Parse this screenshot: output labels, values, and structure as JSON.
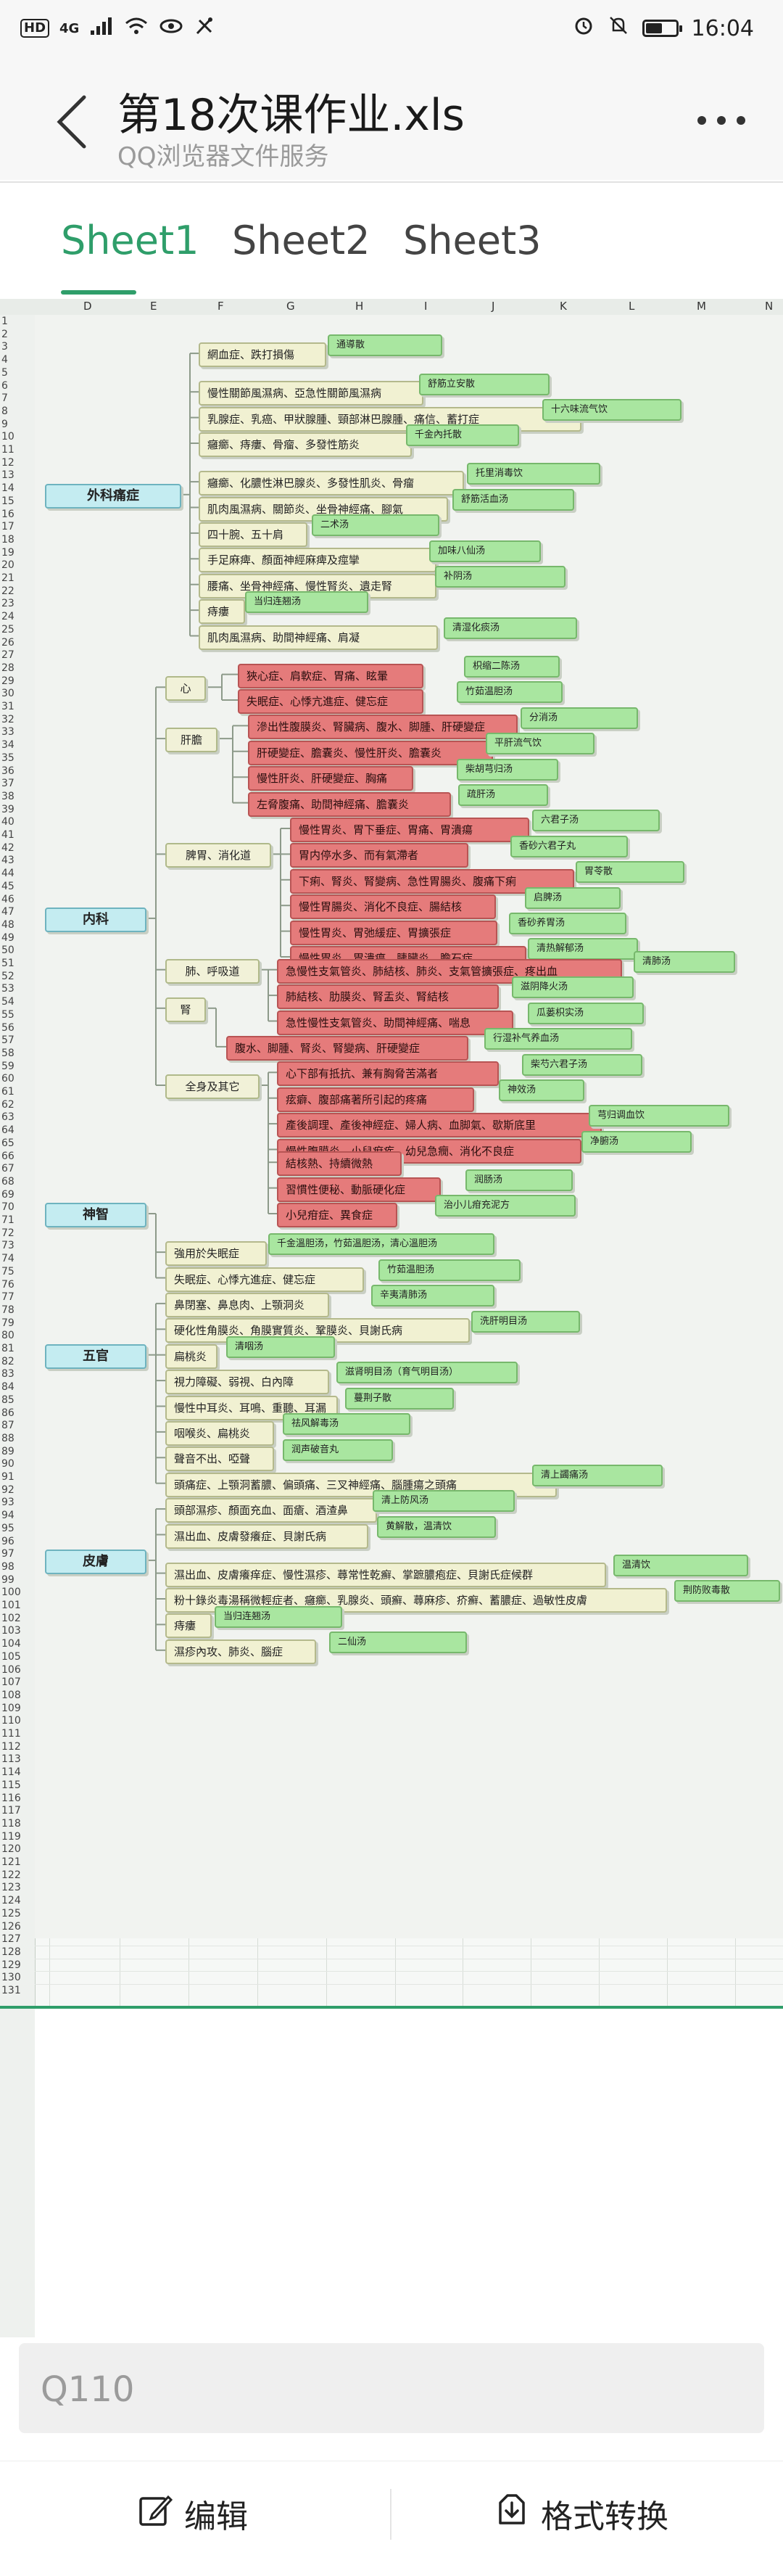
{
  "status_bar": {
    "hd": "HD",
    "network": "4G",
    "time": "16:04",
    "battery_level": 0.55
  },
  "header": {
    "title": "第18次课作业.xls",
    "subtitle": "QQ浏览器文件服务"
  },
  "tabs": [
    {
      "label": "Sheet1",
      "active": true
    },
    {
      "label": "Sheet2",
      "active": false
    },
    {
      "label": "Sheet3",
      "active": false
    }
  ],
  "sheet": {
    "columns": [
      "D",
      "E",
      "F",
      "G",
      "H",
      "I",
      "J",
      "K",
      "L",
      "M",
      "N"
    ],
    "row_first": 1,
    "row_last": 131
  },
  "diagram": {
    "categories": [
      {
        "id": "cat1",
        "label": "外科痛症"
      },
      {
        "id": "cat2",
        "label": "内科"
      },
      {
        "id": "cat3",
        "label": "神智"
      },
      {
        "id": "cat4",
        "label": "五官"
      },
      {
        "id": "cat5",
        "label": "皮膚"
      }
    ],
    "subcategories": [
      {
        "id": "s1",
        "label": "心"
      },
      {
        "id": "s2",
        "label": "肝膽"
      },
      {
        "id": "s3",
        "label": "脾胃、消化道"
      },
      {
        "id": "s4",
        "label": "肺、呼吸道"
      },
      {
        "id": "s5",
        "label": "腎"
      },
      {
        "id": "s6",
        "label": "全身及其它"
      }
    ],
    "items": [
      {
        "id": "i1",
        "text": "網血症、跌打損傷",
        "style": "y",
        "remedy": "通導散"
      },
      {
        "id": "i2",
        "text": "慢性關節風濕病、亞急性關節風濕病",
        "style": "y",
        "remedy": "舒筋立安散"
      },
      {
        "id": "i3",
        "text": "乳腺症、乳癌、甲狀腺腫、頸部淋巴腺腫、痛信、蓄打症",
        "style": "y",
        "remedy": "十六味流气饮"
      },
      {
        "id": "i4",
        "text": "癰癤、痔瘻、骨瘤、多發性筋炎",
        "style": "y",
        "remedy": "千金內托散"
      },
      {
        "id": "i5",
        "text": "癰癤、化膿性淋巴腺炎、多發性肌炎、骨瘤",
        "style": "y",
        "remedy": "托里消毒饮"
      },
      {
        "id": "i6",
        "text": "肌肉風濕病、關節炎、坐骨神經痛、腳氣",
        "style": "y",
        "remedy": "舒筋活血汤"
      },
      {
        "id": "i7",
        "text": "四十腕、五十肩",
        "style": "y",
        "remedy": "二术汤"
      },
      {
        "id": "i8",
        "text": "手足麻痺、顏面神經麻痺及痙攣",
        "style": "y",
        "remedy": "加味八仙汤"
      },
      {
        "id": "i9",
        "text": "腰痛、坐骨神經痛、慢性腎炎、遺走腎",
        "style": "y",
        "remedy": "补阴汤"
      },
      {
        "id": "i10",
        "text": "痔瘻",
        "style": "y",
        "remedy": "当归连翘汤"
      },
      {
        "id": "i11",
        "text": "肌肉風濕病、助間神經痛、肩凝",
        "style": "y",
        "remedy": "清湿化痰汤"
      },
      {
        "id": "i12",
        "text": "狹心症、肩軟症、胃痛、眩暈",
        "style": "r",
        "remedy": "枳缩二陈汤"
      },
      {
        "id": "i13",
        "text": "失眠症、心悸亢進症、健忘症",
        "style": "r",
        "remedy": "竹茹温胆汤"
      },
      {
        "id": "i14",
        "text": "滲出性腹膜炎、腎臟病、腹水、脚腫、肝硬變症",
        "style": "r",
        "remedy": "分消汤"
      },
      {
        "id": "i15",
        "text": "肝硬變症、膽囊炎、慢性肝炎、膽囊炎",
        "style": "r",
        "remedy": "平肝流气饮"
      },
      {
        "id": "i16",
        "text": "慢性肝炎、肝硬變症、胸痛",
        "style": "r",
        "remedy": "柴胡芎归汤"
      },
      {
        "id": "i17",
        "text": "左脅腹痛、助間神經痛、膽囊炎",
        "style": "r",
        "remedy": "疏肝汤"
      },
      {
        "id": "i18",
        "text": "慢性胃炎、胃下垂症、胃痛、胃潰瘍",
        "style": "r",
        "remedy": "六君子汤"
      },
      {
        "id": "i19",
        "text": "胃内停水多、而有氣滯者",
        "style": "r",
        "remedy": "香砂六君子丸"
      },
      {
        "id": "i20",
        "text": "下痢、腎炎、腎變病、急性胃腸炎、腹痛下痢",
        "style": "r",
        "remedy": "胃苓散"
      },
      {
        "id": "i21",
        "text": "慢性胃腸炎、消化不良症、腸結核",
        "style": "r",
        "remedy": "启脾汤"
      },
      {
        "id": "i22",
        "text": "慢性胃炎、胃弛緩症、胃擴張症",
        "style": "r",
        "remedy": "香砂养胃汤"
      },
      {
        "id": "i23",
        "text": "慢性胃炎、胃潰瘍、胰臟炎、膽石症",
        "style": "r",
        "remedy": "清热解郁汤"
      },
      {
        "id": "i24",
        "text": "急慢性支氣管炎、肺結核、肺炎、支氣管擴張症、疼出血",
        "style": "r",
        "remedy": "清肺汤"
      },
      {
        "id": "i25",
        "text": "肺結核、肋膜炎、腎盂炎、腎結核",
        "style": "r",
        "remedy": "滋阴降火汤"
      },
      {
        "id": "i26",
        "text": "急性慢性支氣管炎、助間神經痛、喘息",
        "style": "r",
        "remedy": "瓜蒌枳实汤"
      },
      {
        "id": "i27",
        "text": "腹水、脚腫、腎炎、腎變病、肝硬變症",
        "style": "r",
        "remedy": "行湿补气养血汤"
      },
      {
        "id": "i28",
        "text": "心下部有抵抗、兼有胸脅苦滿者",
        "style": "r",
        "remedy": "柴芍六君子汤"
      },
      {
        "id": "i29",
        "text": "痃癖、腹部痛著所引起的疼痛",
        "style": "r",
        "remedy": "神效汤"
      },
      {
        "id": "i30",
        "text": "產後調理、產後神經症、婦人病、血脚氣、歇斯底里",
        "style": "r",
        "remedy": "芎归调血饮"
      },
      {
        "id": "i31",
        "text": "慢性腹膜炎、小兒疳疾、幼兒急癇、消化不良症",
        "style": "r",
        "remedy": "净腑汤"
      },
      {
        "id": "i32",
        "text": "結核熱、持續微熱",
        "style": "r",
        "remedy": ""
      },
      {
        "id": "i33",
        "text": "習慣性便秘、動脈硬化症",
        "style": "r",
        "remedy": "润肠汤"
      },
      {
        "id": "i34",
        "text": "小兒疳症、異食症",
        "style": "r",
        "remedy": "治小儿疳充泥方"
      },
      {
        "id": "i35",
        "text": "強用於失眠症",
        "style": "y",
        "remedy": "千金溫胆汤，竹茹溫胆汤，清心溫胆汤"
      },
      {
        "id": "i36",
        "text": "失眠症、心悸亢進症、健忘症",
        "style": "y",
        "remedy": "竹茹温胆汤"
      },
      {
        "id": "i37",
        "text": "鼻閉塞、鼻息肉、上顎洞炎",
        "style": "y",
        "remedy": "辛夷清肺汤"
      },
      {
        "id": "i38",
        "text": "硬化性角膜炎、角膜實質炎、鞏膜炎、貝謝氏病",
        "style": "y",
        "remedy": "洗肝明目汤"
      },
      {
        "id": "i39",
        "text": "扁桃炎",
        "style": "y",
        "remedy": "清咽汤"
      },
      {
        "id": "i40",
        "text": "視力障礙、弱視、白內障",
        "style": "y",
        "remedy": "滋肾明目汤（育气明目汤）"
      },
      {
        "id": "i41",
        "text": "慢性中耳炎、耳鳴、重聽、耳漏",
        "style": "y",
        "remedy": "蔓荆子散"
      },
      {
        "id": "i42",
        "text": "咽喉炎、扁桃炎",
        "style": "y",
        "remedy": "祛风解毒汤"
      },
      {
        "id": "i43",
        "text": "聲音不出、啞聲",
        "style": "y",
        "remedy": "润声破音丸"
      },
      {
        "id": "i44",
        "text": "頭痛症、上顎洞蓄膿、偏頭痛、三叉神經痛、腦腫瘍之頭痛",
        "style": "y",
        "remedy": "清上蠲痛汤"
      },
      {
        "id": "i45",
        "text": "頭部濕疹、顏面充血、面瘡、酒渣鼻",
        "style": "y",
        "remedy": "清上防风汤"
      },
      {
        "id": "i46",
        "text": "濕出血、皮膚發癢症、貝謝氏病",
        "style": "y",
        "remedy": "黄解散，温清饮"
      },
      {
        "id": "i47",
        "text": "濕出血、皮膚癢痒症、慢性濕疹、蕁常性乾癬、掌蹠膿疱症、貝謝氏症候群",
        "style": "y",
        "remedy": "温清饮"
      },
      {
        "id": "i48",
        "text": "粉十錄炎毒湯稱微輕症者、癰癤、乳腺炎、頭癬、蕁麻疹、疥癬、蓄膿症、過敏性皮膚",
        "style": "y",
        "remedy": "荆防败毒散"
      },
      {
        "id": "i49",
        "text": "痔瘻",
        "style": "y",
        "remedy": "当归连翘汤"
      },
      {
        "id": "i50",
        "text": "濕疹內攻、肺炎、腦症",
        "style": "y",
        "remedy": "二仙汤"
      }
    ]
  },
  "cell_reference": "Q110",
  "bottom_bar": {
    "edit_label": "编辑",
    "convert_label": "格式转换"
  }
}
